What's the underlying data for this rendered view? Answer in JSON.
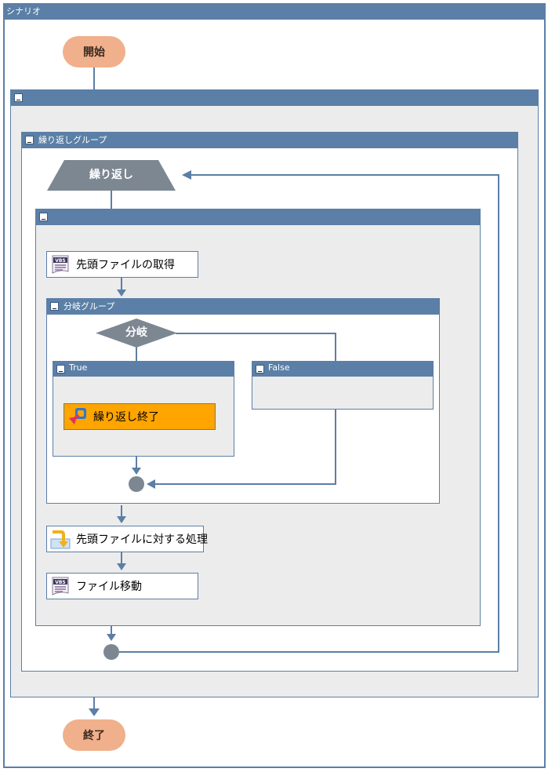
{
  "scenario_title": "シナリオ",
  "start_label": "開始",
  "end_label": "終了",
  "outer_group": {
    "title": ""
  },
  "loop_group": {
    "title": "繰り返しグループ",
    "loop_label": "繰り返し"
  },
  "loop_body_group": {
    "title": ""
  },
  "branch_group": {
    "title": "分岐グループ",
    "branch_label": "分岐",
    "true_title": "True",
    "false_title": "False"
  },
  "nodes": {
    "get_first_file": {
      "label": "先頭ファイルの取得",
      "icon": "vbs-script-icon"
    },
    "loop_end": {
      "label": "繰り返し終了",
      "icon": "loop-exit-icon",
      "color": "#ffa500"
    },
    "process_first_file": {
      "label": "先頭ファイルに対する処理",
      "icon": "subroutine-call-icon"
    },
    "move_file": {
      "label": "ファイル移動",
      "icon": "vbs-script-icon"
    }
  },
  "colors": {
    "header": "#5b7fa6",
    "panel_bg": "#ececec",
    "connector": "#5b7fa6",
    "oval": "#f0b08b",
    "shape_gray": "#7d8792"
  }
}
